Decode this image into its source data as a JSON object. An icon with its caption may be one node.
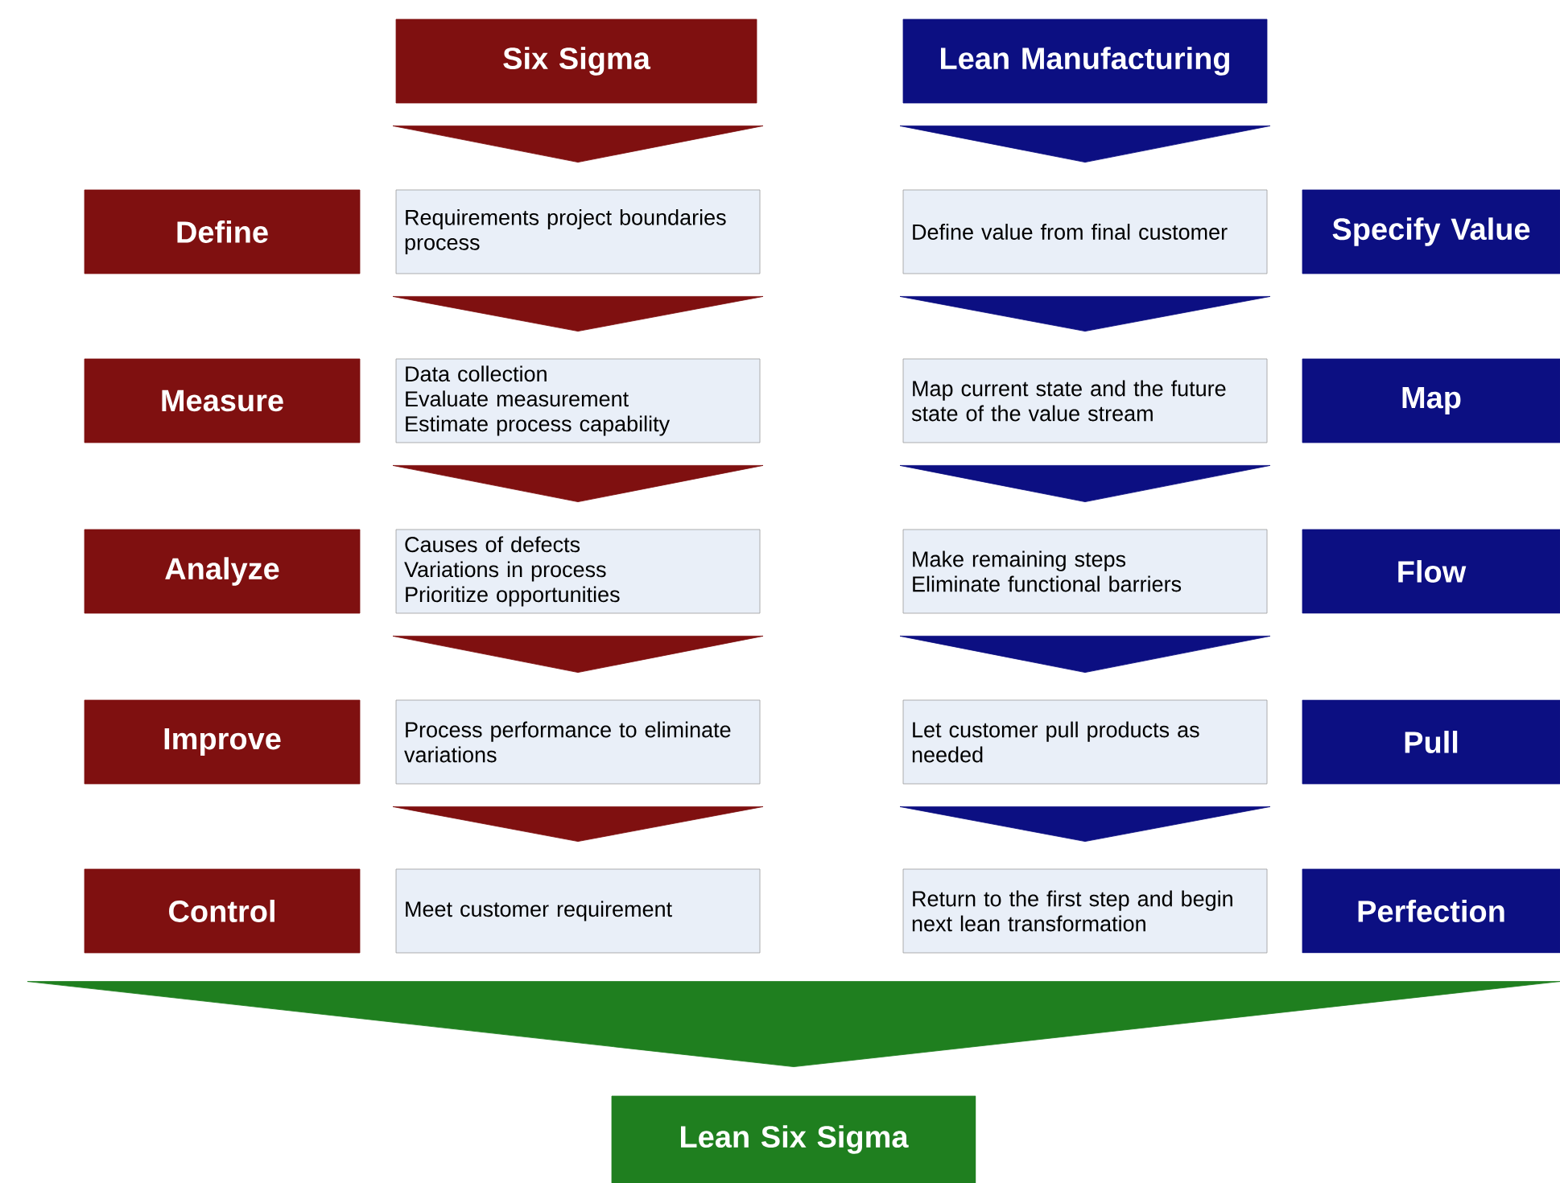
{
  "diagram": {
    "nodes": [
      {
        "text": [
          "Six Sigma"
        ]
      },
      {
        "text": [
          "Lean Manufacturing"
        ]
      },
      {
        "text": [
          "Define"
        ]
      },
      {
        "text": [
          "Requirements project boundaries process"
        ]
      },
      {
        "text": [
          "Define value from final customer"
        ]
      },
      {
        "text": [
          "Specify Value"
        ]
      },
      {
        "text": [
          "Measure"
        ]
      },
      {
        "text": [
          "Data collection",
          "Evaluate measurement",
          "Estimate process capability"
        ]
      },
      {
        "text": [
          "Map current state and the future state of the value stream"
        ]
      },
      {
        "text": [
          "Map"
        ]
      },
      {
        "text": [
          "Analyze"
        ]
      },
      {
        "text": [
          "Causes of defects",
          "Variations in process",
          "Prioritize opportunities"
        ]
      },
      {
        "text": [
          "Make remaining steps",
          "Eliminate functional barriers"
        ]
      },
      {
        "text": [
          "Flow"
        ]
      },
      {
        "text": [
          "Improve"
        ]
      },
      {
        "text": [
          "Process performance to eliminate variations"
        ]
      },
      {
        "text": [
          "Let customer pull products as needed"
        ]
      },
      {
        "text": [
          "Pull"
        ]
      },
      {
        "text": [
          "Control"
        ]
      },
      {
        "text": [
          "Meet customer requirement"
        ]
      },
      {
        "text": [
          "Return to the first step and begin next lean transformation"
        ]
      },
      {
        "text": [
          "Perfection"
        ]
      },
      {
        "text": [
          "Lean Six Sigma"
        ]
      }
    ],
    "edges": [
      {
        "from": 0,
        "to": 3,
        "arrow": "to",
        "color": "#7f1010"
      },
      {
        "from": 3,
        "to": 7,
        "arrow": "to",
        "color": "#7f1010"
      },
      {
        "from": 7,
        "to": 11,
        "arrow": "to",
        "color": "#7f1010"
      },
      {
        "from": 11,
        "to": 15,
        "arrow": "to",
        "color": "#7f1010"
      },
      {
        "from": 15,
        "to": 19,
        "arrow": "to",
        "color": "#7f1010"
      },
      {
        "from": 1,
        "to": 4,
        "arrow": "to",
        "color": "#0c0f82"
      },
      {
        "from": 4,
        "to": 8,
        "arrow": "to",
        "color": "#0c0f82"
      },
      {
        "from": 8,
        "to": 12,
        "arrow": "to",
        "color": "#0c0f82"
      },
      {
        "from": 12,
        "to": 16,
        "arrow": "to",
        "color": "#0c0f82"
      },
      {
        "from": 16,
        "to": 20,
        "arrow": "to",
        "color": "#0c0f82"
      },
      {
        "from": null,
        "to": 22,
        "arrow": "to",
        "color": "#1f7f1f"
      }
    ]
  }
}
